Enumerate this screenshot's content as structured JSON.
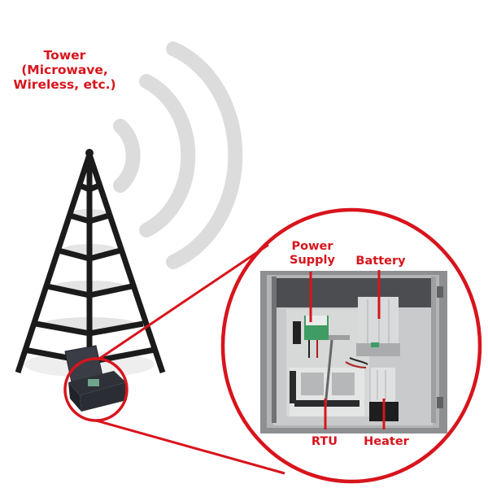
{
  "diagram": {
    "accent_color": "#d8141c",
    "wave_color": "#dcdcdc",
    "tower_color": "#1b1b1b",
    "tower": {
      "label_lines": [
        "Tower",
        "(Microwave,",
        "Wireless, etc.)"
      ]
    },
    "enclosure": {
      "components": [
        {
          "id": "power-supply",
          "label_lines": [
            "Power",
            "Supply"
          ]
        },
        {
          "id": "battery",
          "label": "Battery"
        },
        {
          "id": "rtu",
          "label": "RTU"
        },
        {
          "id": "heater",
          "label": "Heater"
        }
      ]
    }
  }
}
